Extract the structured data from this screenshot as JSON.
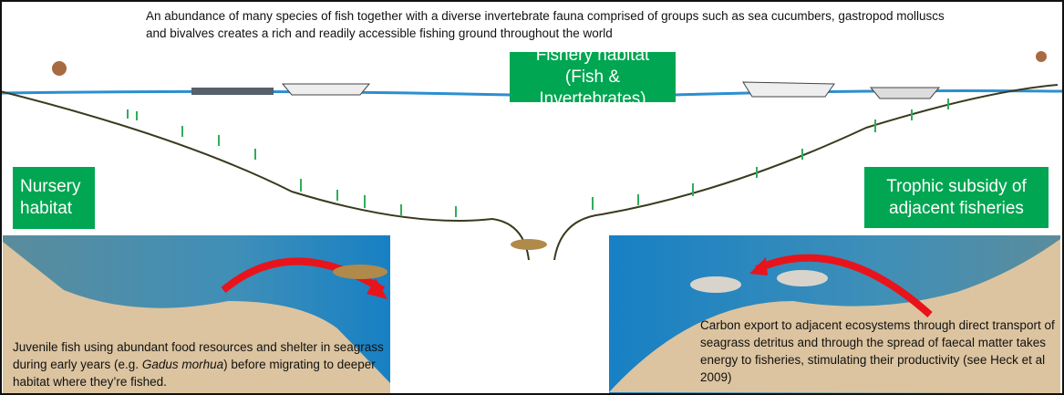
{
  "header_text": "An abundance of many species of fish together with a diverse invertebrate fauna comprised of groups such as sea cucumbers, gastropod molluscs and bivalves creates a rich and readily accessible fishing ground throughout the world",
  "labels": {
    "fishery_line1": "Fishery habitat",
    "fishery_line2": "(Fish & Invertebrates)",
    "nursery_line1": "Nursery",
    "nursery_line2": "habitat",
    "trophic_line1": "Trophic subsidy of",
    "trophic_line2": "adjacent fisheries"
  },
  "captions": {
    "nursery_pre": "Juvenile fish using abundant food resources and shelter in seagrass during early years (e.g. ",
    "nursery_species": "Gadus morhua",
    "nursery_post": ") before migrating to deeper habitat where they’re fished.",
    "trophic": "Carbon export to adjacent ecosystems through direct transport of seagrass detritus and through the spread of faecal matter takes energy to  fisheries, stimulating their productivity (see Heck et al 2009)"
  },
  "colors": {
    "label_box": "#00a651",
    "water": "#2b8fd0",
    "sand": "#dcc4a0",
    "arrow": "#e8141b",
    "seagrass": "#2fae5a"
  }
}
